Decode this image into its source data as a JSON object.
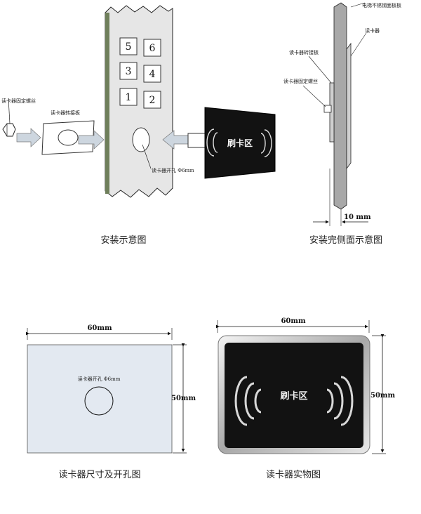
{
  "captions": {
    "install": "安装示意图",
    "side": "安装完侧面示意图",
    "size": "读卡器尺寸及开孔图",
    "photo": "读卡器实物图"
  },
  "labels": {
    "screw": "读卡器固定螺丝",
    "adapter": "读卡器转接板",
    "hole": "读卡器开孔 Φ6mm",
    "swipe": "刷卡区",
    "side_panel": "电梯不锈钢面板板",
    "side_reader": "读卡器",
    "side_adapter": "读卡器转接板",
    "side_screw": "读卡器固定螺丝",
    "side_gap": "10 mm"
  },
  "keypad": [
    "5",
    "6",
    "3",
    "4",
    "1",
    "2"
  ],
  "dims": {
    "width": "60mm",
    "height": "50mm",
    "hole": "读卡器开孔 Φ6mm"
  },
  "colors": {
    "panel": "#e6e6e6",
    "plate": "#e3e9f1",
    "reader": "#121212",
    "arrow": "#cdd6df"
  }
}
